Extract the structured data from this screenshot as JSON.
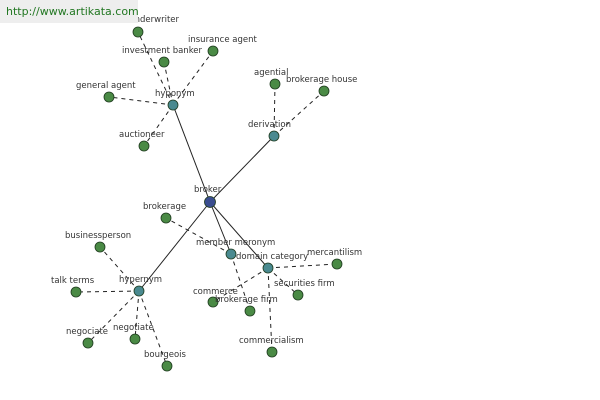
{
  "source_url": "http://www.artikata.com",
  "colors": {
    "root_node": "#3a4d8f",
    "relation_node": "#4a8a90",
    "leaf_node": "#4a8a45",
    "node_stroke": "#1e3a1e",
    "edge": "#222222",
    "url_text": "#227722",
    "url_background": "#eeeeee"
  },
  "graph": {
    "root": {
      "id": "broker",
      "label": "broker"
    },
    "relations": [
      {
        "id": "hyponym",
        "label": "hyponym",
        "children": [
          {
            "id": "insurance-underwriter",
            "label": "insurance underwriter"
          },
          {
            "id": "investment-banker",
            "label": "investment banker"
          },
          {
            "id": "insurance-agent",
            "label": "insurance agent"
          },
          {
            "id": "general-agent",
            "label": "general agent"
          },
          {
            "id": "auctioneer",
            "label": "auctioneer"
          }
        ]
      },
      {
        "id": "derivation",
        "label": "derivation",
        "children": [
          {
            "id": "agential",
            "label": "agential"
          },
          {
            "id": "brokerage-house",
            "label": "brokerage house"
          }
        ]
      },
      {
        "id": "member-meronym",
        "label": "member meronym",
        "children": [
          {
            "id": "brokerage",
            "label": "brokerage"
          },
          {
            "id": "brokerage-firm",
            "label": "brokerage firm"
          }
        ]
      },
      {
        "id": "domain-category",
        "label": "domain category",
        "children": [
          {
            "id": "mercantilism",
            "label": "mercantilism"
          },
          {
            "id": "securities-firm",
            "label": "securities firm"
          },
          {
            "id": "commerce",
            "label": "commerce"
          },
          {
            "id": "commercialism",
            "label": "commercialism"
          }
        ]
      },
      {
        "id": "hypernym",
        "label": "hypernym",
        "children": [
          {
            "id": "businessperson",
            "label": "businessperson"
          },
          {
            "id": "talk-terms",
            "label": "talk terms"
          },
          {
            "id": "negociate",
            "label": "negociate"
          },
          {
            "id": "negotiate",
            "label": "negotiate"
          },
          {
            "id": "bourgeois",
            "label": "bourgeois"
          }
        ]
      }
    ]
  }
}
